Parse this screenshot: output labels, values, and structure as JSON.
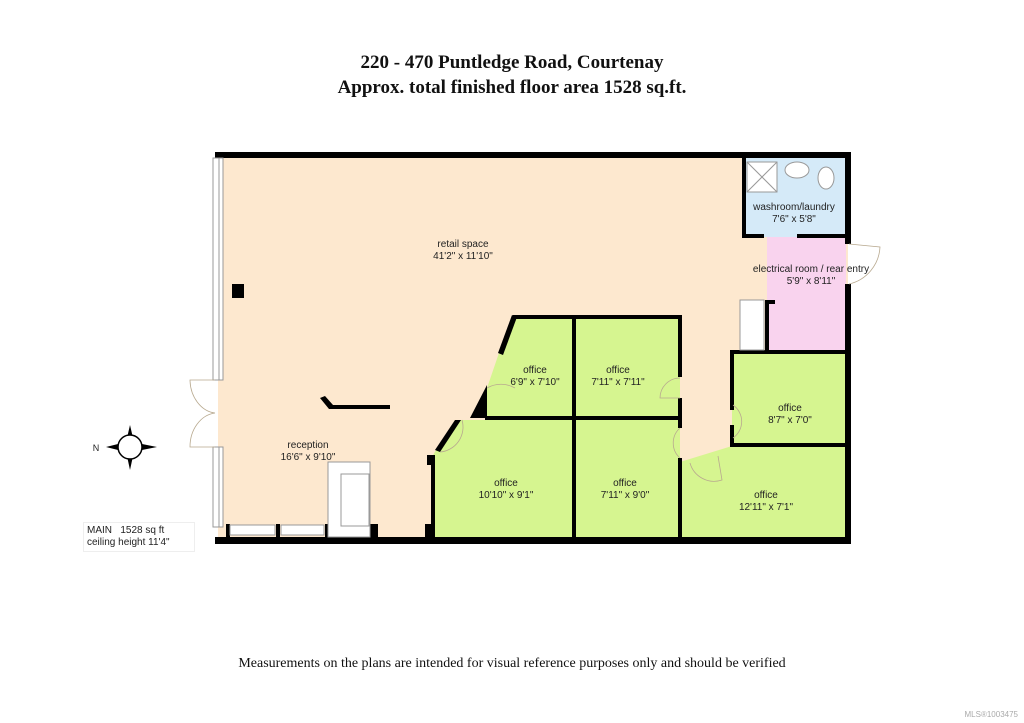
{
  "header": {
    "address": "220 - 470 Puntledge Road, Courtenay",
    "area": "Approx. total finished floor area 1528 sq.ft."
  },
  "rooms": [
    {
      "name": "retail space",
      "dims": "41'2\" x 11'10\"",
      "color": "#fde8cf"
    },
    {
      "name": "reception",
      "dims": "16'6\" x 9'10\"",
      "color": "#fde8cf"
    },
    {
      "name": "washroom/laundry",
      "dims": "7'6\" x 5'8\"",
      "color": "#d5eaf8"
    },
    {
      "name": "electrical room / rear entry",
      "dims": "5'9\" x 8'11\"",
      "color": "#f9d3ee"
    },
    {
      "name": "office",
      "dims": "6'9\" x 7'10\"",
      "color": "#d6f590"
    },
    {
      "name": "office",
      "dims": "7'11\" x 7'11\"",
      "color": "#d6f590"
    },
    {
      "name": "office",
      "dims": "8'7\" x 7'0\"",
      "color": "#d6f590"
    },
    {
      "name": "office",
      "dims": "10'10\" x 9'1\"",
      "color": "#d6f590"
    },
    {
      "name": "office",
      "dims": "7'11\" x 9'0\"",
      "color": "#d6f590"
    },
    {
      "name": "office",
      "dims": "12'11\" x 7'1\"",
      "color": "#d6f590"
    }
  ],
  "legend": {
    "line1": "MAIN   1528 sq ft",
    "line2": "ceiling height 11'4\""
  },
  "compass": {
    "letter": "N",
    "icon": "compass-icon"
  },
  "footer": "Measurements on the plans are intended for visual reference purposes only and should be verified",
  "mls": "MLS®1003475"
}
